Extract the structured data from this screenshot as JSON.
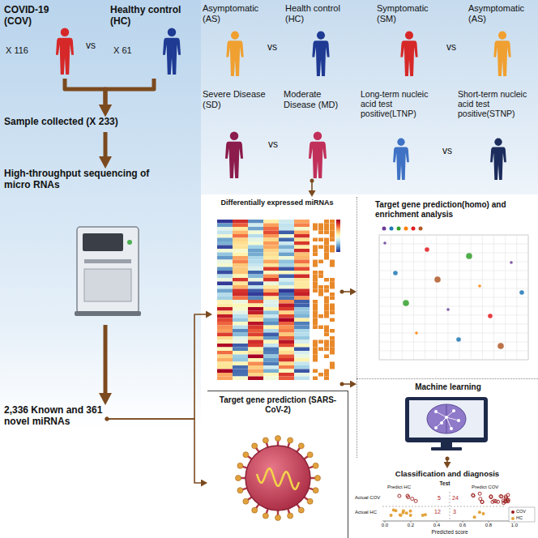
{
  "diagram": {
    "nodes": [
      {
        "text": [
          "COVID-19 (COV)",
          "X 116"
        ]
      },
      {
        "text": [
          "Healthy control (HC)",
          "X 61"
        ]
      },
      {
        "text": [
          "Sample collected (X 233)"
        ]
      },
      {
        "text": [
          "High-throughput sequencing of micro RNAs"
        ]
      },
      {
        "text": [
          "2,336 Known and 361 novel miRNAs"
        ]
      },
      {
        "text": [
          "Asymptomatic (AS)"
        ]
      },
      {
        "text": [
          "Health control (HC)"
        ]
      },
      {
        "text": [
          "Symptomatic (SM)"
        ]
      },
      {
        "text": [
          "Asymptomatic (AS)"
        ]
      },
      {
        "text": [
          "Severe Disease (SD)"
        ]
      },
      {
        "text": [
          "Moderate Disease (MD)"
        ]
      },
      {
        "text": [
          "Long-term nucleic acid test positive(LTNP)"
        ]
      },
      {
        "text": [
          "Short-term nucleic acid test positive(STNP)"
        ]
      },
      {
        "text": [
          "Differentially expressed miRNAs"
        ]
      },
      {
        "text": [
          "Target gene prediction(homo) and enrichment analysis"
        ]
      },
      {
        "text": [
          "Machine learning"
        ]
      },
      {
        "text": [
          "Classification and diagnosis"
        ]
      },
      {
        "text": [
          "Target gene prediction (SARS-CoV-2)"
        ]
      }
    ],
    "edges": [
      {
        "from": 0,
        "to": 2,
        "arrow": "to"
      },
      {
        "from": 1,
        "to": 2,
        "arrow": "to"
      },
      {
        "from": 2,
        "to": 3,
        "arrow": "to"
      },
      {
        "from": 3,
        "to": 4,
        "arrow": "to"
      },
      {
        "from": 4,
        "to": 13,
        "arrow": "to"
      },
      {
        "from": 4,
        "to": 17,
        "arrow": "to"
      },
      {
        "from": 10,
        "to": 13,
        "arrow": "to"
      },
      {
        "from": 13,
        "to": 14,
        "arrow": "to"
      },
      {
        "from": 13,
        "to": 15,
        "arrow": "to"
      },
      {
        "from": 15,
        "to": 16,
        "arrow": "to"
      }
    ],
    "labels": [
      "vs",
      "vs",
      "vs",
      "vs",
      "vs",
      "Test",
      "Predict HC",
      "Predict COV",
      "Actual COV",
      "Actual HC",
      "5",
      "24",
      "12",
      "3",
      "0.0",
      "0.2",
      "0.4",
      "0.6",
      "0.8",
      "1.0",
      "Predicted score"
    ],
    "legend": [
      {
        "text": "COV",
        "color": "#9b1b1b"
      },
      {
        "text": "HC",
        "color": "#e3a33a"
      }
    ]
  }
}
